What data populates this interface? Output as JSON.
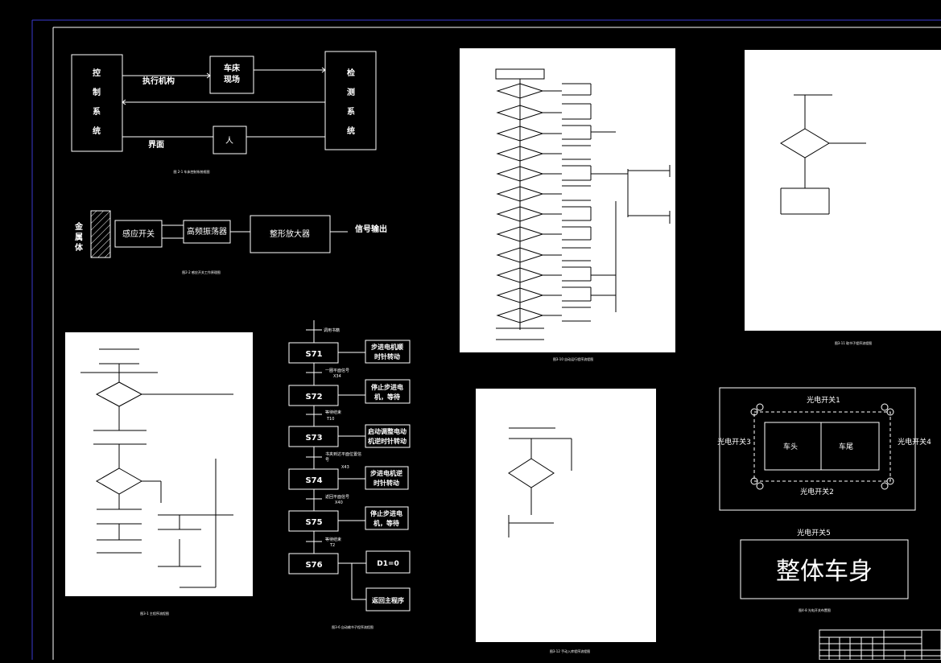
{
  "block1": {
    "control": [
      "控",
      "制",
      "系",
      "统"
    ],
    "exec": "执行机构",
    "lathe": [
      "车床",
      "现场"
    ],
    "detect": [
      "检",
      "测",
      "系",
      "统"
    ],
    "person": "人",
    "interface": "界面",
    "caption": "图 2-1 车床控制系统框图"
  },
  "block2": {
    "metal": [
      "金",
      "属",
      "体"
    ],
    "sensor": "感应开关",
    "osc": "高频振荡器",
    "amp": "整形放大器",
    "out": "信号输出",
    "caption": "图2-2 感应开关工作原理图"
  },
  "sfc": {
    "top": "调用书籍",
    "steps": [
      "S71",
      "S72",
      "S73",
      "S74",
      "S75",
      "S76"
    ],
    "actions": [
      [
        "步进电机顺",
        "时针转动"
      ],
      [
        "停止步进电",
        "机，等待"
      ],
      [
        "启动调整电动",
        "机逆时针转动"
      ],
      [
        "步进电机逆",
        "时针转动"
      ],
      [
        "停止步进电",
        "机，等待"
      ],
      [
        "D1=0"
      ],
      [
        "返回主程序"
      ]
    ],
    "transitions": [
      [
        "一圈平面信号",
        "X34"
      ],
      [
        "等待结束",
        "T10"
      ],
      [
        "书夹到达平面位置信",
        "号"
      ],
      [
        "X43"
      ],
      [
        "返回平面信号",
        "X40"
      ],
      [
        "等待结束",
        "T2"
      ]
    ],
    "caption": "图3-6 自动输书子程序流程图"
  },
  "photo": {
    "s1": "光电开关1",
    "s2": "光电开关2",
    "s3": "光电开关3",
    "s4": "光电开关4",
    "s5": "光电开关5",
    "head": "车头",
    "tail": "车尾",
    "body": "整体车身",
    "caption": "图4-8 光电开关布置图"
  },
  "flow": {
    "left_caption": "图3-1 主程序流程图",
    "center_caption": "图3-10 自动运行程序流程图",
    "right_caption": "图3-11 取书子程序流程图",
    "bottom_caption": "图3-12 手动入库程序流程图"
  }
}
